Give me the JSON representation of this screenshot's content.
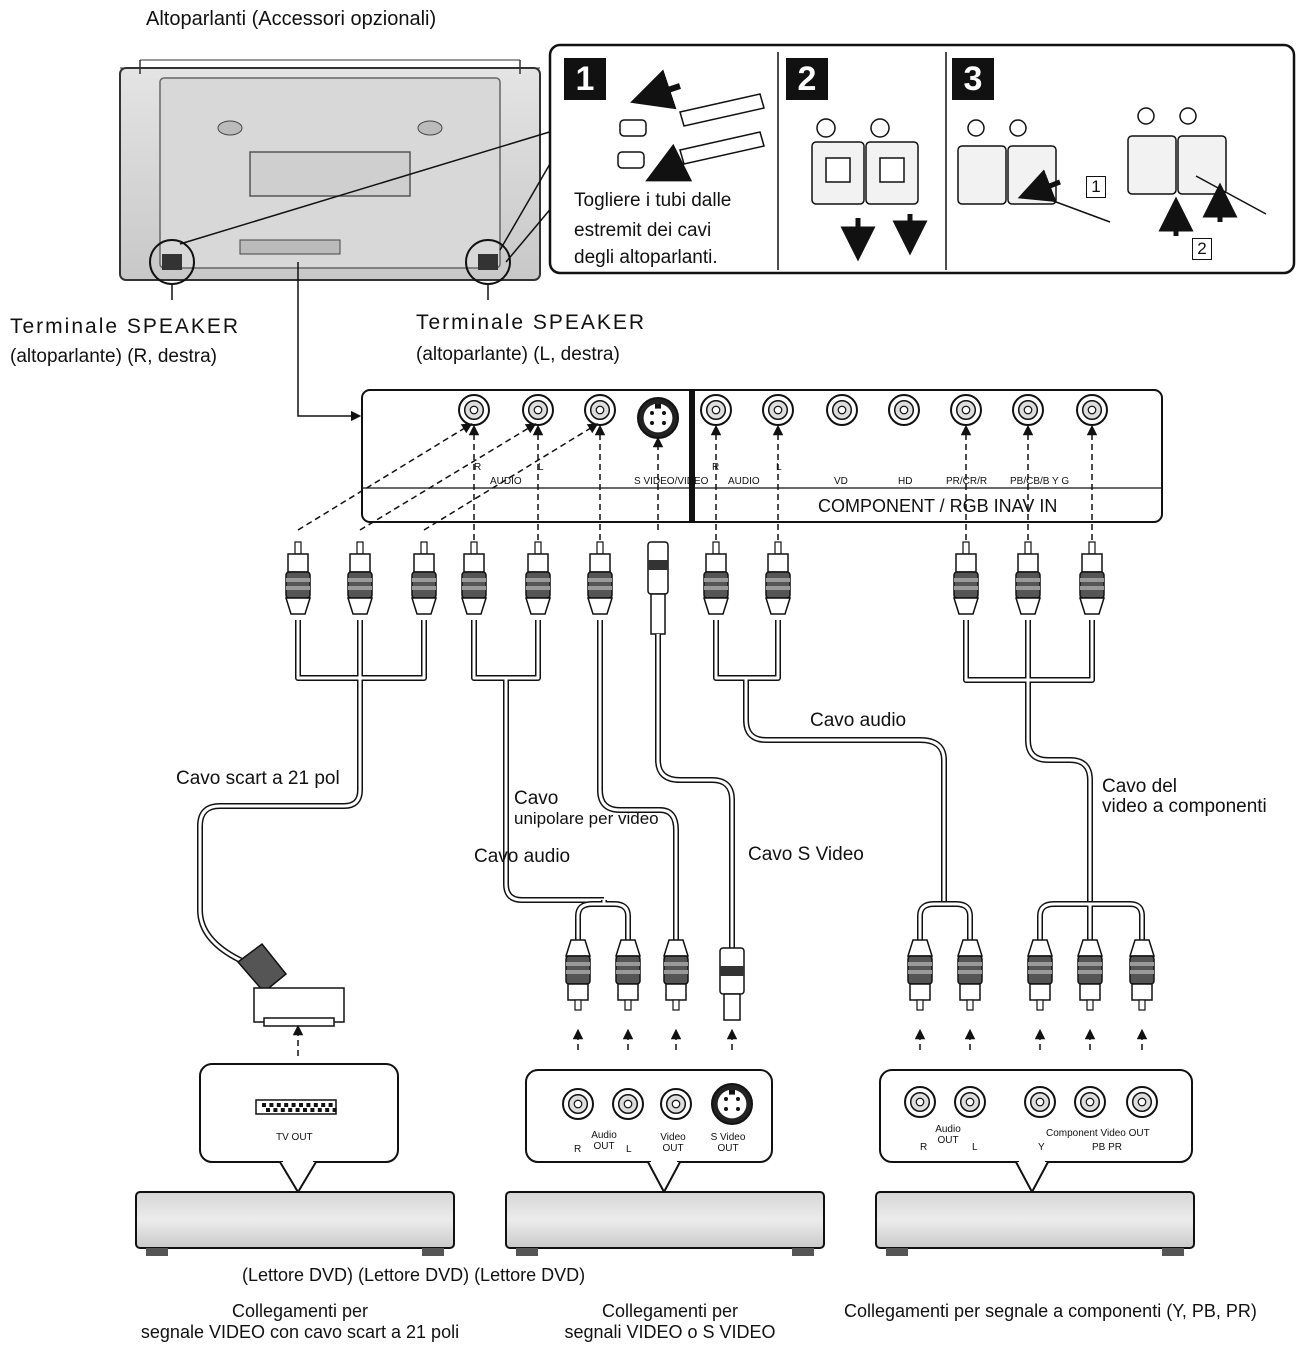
{
  "labels": {
    "speakers_title": "Altoparlanti (Accessori opzionali)",
    "speaker_terminal": "Terminale SPEAKER",
    "speaker_r": "(altoparlante) (R, destra)",
    "speaker_l": "(altoparlante) (L, destra)",
    "step1_text": [
      "Togliere i tubi dalle",
      "estremit dei cavi",
      "degli altoparlanti."
    ],
    "box_1": "1",
    "box_2": "2",
    "cable_scart": "Cavo scart a 21 pol",
    "cable_video_line1": "Cavo",
    "cable_video_line2": "unipolare per video",
    "cable_audio_left": "Cavo audio",
    "cable_svideo": "Cavo S Video",
    "cable_audio_right": "Cavo audio",
    "cable_component_line1": "Cavo del",
    "cable_component_line2": "video a componenti",
    "dvd_players": "(Lettore DVD) (Lettore DVD) (Lettore DVD)",
    "caption_left_1": "Collegamenti per",
    "caption_left_2": "segnale VIDEO con cavo scart a 21 poli",
    "caption_mid_1": "Collegamenti per",
    "caption_mid_2": "segnali VIDEO o S VIDEO",
    "caption_right": "Collegamenti per segnale a componenti (Y, PB, PR)"
  },
  "steps": [
    "1",
    "2",
    "3"
  ],
  "panel": {
    "jack_r": "R",
    "jack_l": "L",
    "audio": "AUDIO",
    "svideo_video": "S VIDEO/VIDEO",
    "jack_r2": "R",
    "jack_l2": "L",
    "audio2": "AUDIO",
    "vd": "VD",
    "hd": "HD",
    "pr": "PR/CR/R",
    "pb": "PB/CB/B Y G",
    "bottom_label": "COMPONENT / RGB INAV  IN"
  },
  "devices": {
    "tv_out": "TV OUT",
    "r": "R",
    "audio_out": "Audio OUT",
    "l": "L",
    "video_out": "Video OUT",
    "s_video_out": "S Video OUT",
    "r3": "R",
    "audio_out3": "Audio OUT",
    "l3": "L",
    "component_video_out": "Component Video OUT",
    "y": "Y",
    "pbpr": "PB PR"
  }
}
